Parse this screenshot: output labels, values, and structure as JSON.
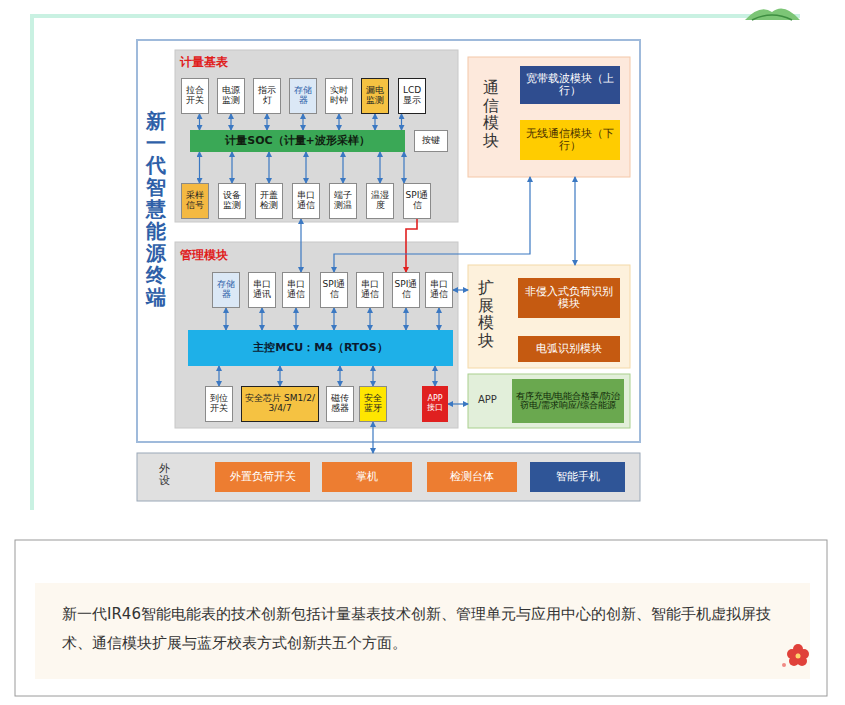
{
  "diagram": {
    "caption": "新一代IR46智能电能表的技术创新包括计量基表技术创新、管理单元与应用中心的创新、智能手机虚拟屏技术、通信模块扩展与蓝牙校表方式创新共五个方面。",
    "nodes": [
      {
        "text": [
          "新一代智慧能源终端"
        ]
      },
      {
        "text": [
          "计量基表"
        ],
        "in": 0
      },
      {
        "text": [
          "拉合开关"
        ],
        "in": 1
      },
      {
        "text": [
          "电源监测"
        ],
        "in": 1
      },
      {
        "text": [
          "指示灯"
        ],
        "in": 1
      },
      {
        "text": [
          "存储器"
        ],
        "in": 1
      },
      {
        "text": [
          "实时时钟"
        ],
        "in": 1
      },
      {
        "text": [
          "漏电监测"
        ],
        "in": 1
      },
      {
        "text": [
          "LCD显示"
        ],
        "in": 1
      },
      {
        "text": [
          "计量SOC（计量+波形采样）"
        ],
        "in": 1
      },
      {
        "text": [
          "按键"
        ],
        "in": 1
      },
      {
        "text": [
          "采样信号"
        ],
        "in": 1
      },
      {
        "text": [
          "设备监测"
        ],
        "in": 1
      },
      {
        "text": [
          "开盖检测"
        ],
        "in": 1
      },
      {
        "text": [
          "串口通信"
        ],
        "in": 1
      },
      {
        "text": [
          "端子测温"
        ],
        "in": 1
      },
      {
        "text": [
          "温湿度"
        ],
        "in": 1
      },
      {
        "text": [
          "SPI通信"
        ],
        "in": 1
      },
      {
        "text": [
          "管理模块"
        ],
        "in": 0
      },
      {
        "text": [
          "存储器"
        ],
        "in": 18
      },
      {
        "text": [
          "串口通讯"
        ],
        "in": 18
      },
      {
        "text": [
          "串口通信"
        ],
        "in": 18
      },
      {
        "text": [
          "SPI通信"
        ],
        "in": 18
      },
      {
        "text": [
          "串口通信"
        ],
        "in": 18
      },
      {
        "text": [
          "SPI通信"
        ],
        "in": 18
      },
      {
        "text": [
          "串口通信"
        ],
        "in": 18
      },
      {
        "text": [
          "主控MCU：M4（RTOS）"
        ],
        "in": 18
      },
      {
        "text": [
          "到位开关"
        ],
        "in": 18
      },
      {
        "text": [
          "安全芯片 SM1/2/3/4/7"
        ],
        "in": 18
      },
      {
        "text": [
          "磁传感器"
        ],
        "in": 18
      },
      {
        "text": [
          "安全蓝牙"
        ],
        "in": 18
      },
      {
        "text": [
          "APP接口"
        ],
        "in": 18
      },
      {
        "text": [
          "通信模块"
        ],
        "in": 0
      },
      {
        "text": [
          "宽带载波模块（上行）"
        ],
        "in": 32
      },
      {
        "text": [
          "无线通信模块（下行）"
        ],
        "in": 32
      },
      {
        "text": [
          "扩展模块"
        ],
        "in": 0
      },
      {
        "text": [
          "非侵入式负荷识别模块"
        ],
        "in": 35
      },
      {
        "text": [
          "电弧识别模块"
        ],
        "in": 35
      },
      {
        "text": [
          "APP"
        ],
        "in": 0
      },
      {
        "text": [
          "有序充电/电能合格率/防治窃电/需求响应/综合能源"
        ],
        "in": 38
      },
      {
        "text": [
          "外设"
        ]
      },
      {
        "text": [
          "外置负荷开关"
        ],
        "in": 40
      },
      {
        "text": [
          "掌机"
        ],
        "in": 40
      },
      {
        "text": [
          "检测台体"
        ],
        "in": 40
      },
      {
        "text": [
          "智能手机"
        ],
        "in": 40
      }
    ],
    "edges": [
      {
        "from": 2,
        "to": 9,
        "arrow": "both"
      },
      {
        "from": 3,
        "to": 9,
        "arrow": "both"
      },
      {
        "from": 4,
        "to": 9,
        "arrow": "both"
      },
      {
        "from": 5,
        "to": 9,
        "arrow": "both"
      },
      {
        "from": 6,
        "to": 9,
        "arrow": "both"
      },
      {
        "from": 7,
        "to": 9,
        "arrow": "both"
      },
      {
        "from": 8,
        "to": 9,
        "arrow": "both"
      },
      {
        "from": 11,
        "to": 9,
        "arrow": "both"
      },
      {
        "from": 12,
        "to": 9,
        "arrow": "both"
      },
      {
        "from": 13,
        "to": 9,
        "arrow": "both"
      },
      {
        "from": 14,
        "to": 9,
        "arrow": "both"
      },
      {
        "from": 15,
        "to": 9,
        "arrow": "both"
      },
      {
        "from": 16,
        "to": 9,
        "arrow": "both"
      },
      {
        "from": 17,
        "to": 9,
        "arrow": "both"
      },
      {
        "from": 14,
        "to": 21,
        "arrow": "both"
      },
      {
        "from": 17,
        "to": 24,
        "arrow": "to"
      },
      {
        "from": 19,
        "to": 26,
        "arrow": "both"
      },
      {
        "from": 20,
        "to": 26,
        "arrow": "both"
      },
      {
        "from": 21,
        "to": 26,
        "arrow": "both"
      },
      {
        "from": 22,
        "to": 26,
        "arrow": "both"
      },
      {
        "from": 23,
        "to": 26,
        "arrow": "both"
      },
      {
        "from": 24,
        "to": 26,
        "arrow": "both"
      },
      {
        "from": 25,
        "to": 26,
        "arrow": "both"
      },
      {
        "from": 26,
        "to": 27,
        "arrow": "both"
      },
      {
        "from": 26,
        "to": 28,
        "arrow": "both"
      },
      {
        "from": 26,
        "to": 29,
        "arrow": "both"
      },
      {
        "from": 26,
        "to": 30,
        "arrow": "both"
      },
      {
        "from": 26,
        "to": 31,
        "arrow": "both"
      },
      {
        "from": 22,
        "to": 32,
        "arrow": "both"
      },
      {
        "from": 32,
        "to": 35,
        "arrow": "both"
      },
      {
        "from": 25,
        "to": 35,
        "arrow": "both"
      },
      {
        "from": 31,
        "to": 38,
        "arrow": "both"
      },
      {
        "from": 30,
        "to": 40,
        "arrow": "both"
      }
    ]
  }
}
